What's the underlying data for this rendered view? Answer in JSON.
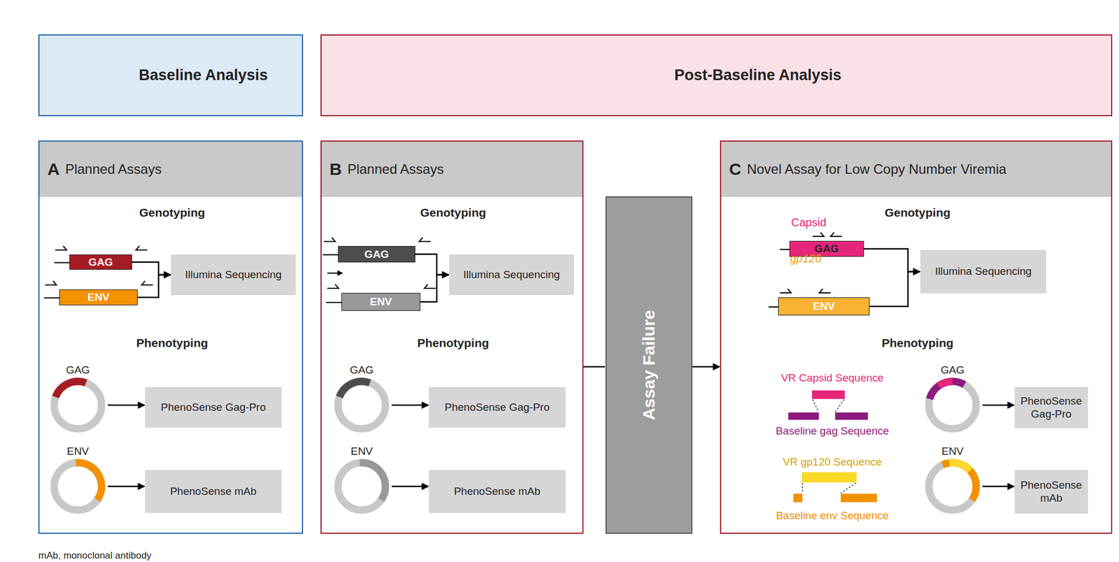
{
  "diagram": {
    "nodes": [
      {
        "text": [
          "Baseline Analysis"
        ]
      },
      {
        "text": [
          "Post-Baseline Analysis"
        ]
      },
      {
        "text": [
          "A",
          "Planned Assays",
          "Genotyping",
          "Phenotyping"
        ]
      },
      {
        "text": [
          "GAG"
        ],
        "in": 2
      },
      {
        "text": [
          "ENV"
        ],
        "in": 2
      },
      {
        "text": [
          "Illumina Sequencing"
        ],
        "in": 2
      },
      {
        "text": [
          "GAG"
        ],
        "in": 2
      },
      {
        "text": [
          "PhenoSense Gag-Pro"
        ],
        "in": 2
      },
      {
        "text": [
          "ENV"
        ],
        "in": 2
      },
      {
        "text": [
          "PhenoSense mAb"
        ],
        "in": 2
      },
      {
        "text": [
          "B",
          "Planned Assays",
          "Genotyping",
          "Phenotyping"
        ]
      },
      {
        "text": [
          "GAG"
        ],
        "in": 10
      },
      {
        "text": [
          "ENV"
        ],
        "in": 10
      },
      {
        "text": [
          "Illumina Sequencing"
        ],
        "in": 10
      },
      {
        "text": [
          "GAG"
        ],
        "in": 10
      },
      {
        "text": [
          "PhenoSense Gag-Pro"
        ],
        "in": 10
      },
      {
        "text": [
          "ENV"
        ],
        "in": 10
      },
      {
        "text": [
          "PhenoSense mAb"
        ],
        "in": 10
      },
      {
        "text": [
          "Assay Failure"
        ]
      },
      {
        "text": [
          "C",
          "Novel Assay for Low Copy Number Viremia",
          "Genotyping",
          "Phenotyping"
        ]
      },
      {
        "text": [
          "Capsid",
          "GAG"
        ],
        "in": 19
      },
      {
        "text": [
          "gp120",
          "ENV"
        ],
        "in": 19
      },
      {
        "text": [
          "Illumina Sequencing"
        ],
        "in": 19
      },
      {
        "text": [
          "GAG"
        ],
        "in": 19
      },
      {
        "text": [
          "PhenoSense Gag-Pro"
        ],
        "in": 19
      },
      {
        "text": [
          "ENV"
        ],
        "in": 19
      },
      {
        "text": [
          "PhenoSense mAb"
        ],
        "in": 19
      }
    ],
    "edges": [
      {
        "from": 3,
        "to": 5,
        "arrow": "to"
      },
      {
        "from": 4,
        "to": 5,
        "arrow": "to"
      },
      {
        "from": 6,
        "to": 7,
        "arrow": "to"
      },
      {
        "from": 8,
        "to": 9,
        "arrow": "to"
      },
      {
        "from": 11,
        "to": 13,
        "arrow": "to"
      },
      {
        "from": 12,
        "to": 13,
        "arrow": "to"
      },
      {
        "from": 14,
        "to": 15,
        "arrow": "to"
      },
      {
        "from": 16,
        "to": 17,
        "arrow": "to"
      },
      {
        "from": 10,
        "to": 18,
        "arrow": "none"
      },
      {
        "from": 18,
        "to": 19,
        "arrow": "to"
      },
      {
        "from": 20,
        "to": 22,
        "arrow": "to"
      },
      {
        "from": 21,
        "to": 22,
        "arrow": "to"
      },
      {
        "from": 23,
        "to": 24,
        "arrow": "to"
      },
      {
        "from": 25,
        "to": 26,
        "arrow": "to"
      }
    ],
    "labels": [
      "VR Capsid Sequence",
      "Baseline gag Sequence",
      "VR gp120 Sequence",
      "Baseline env Sequence",
      "mAb, monoclonal antibody"
    ]
  }
}
